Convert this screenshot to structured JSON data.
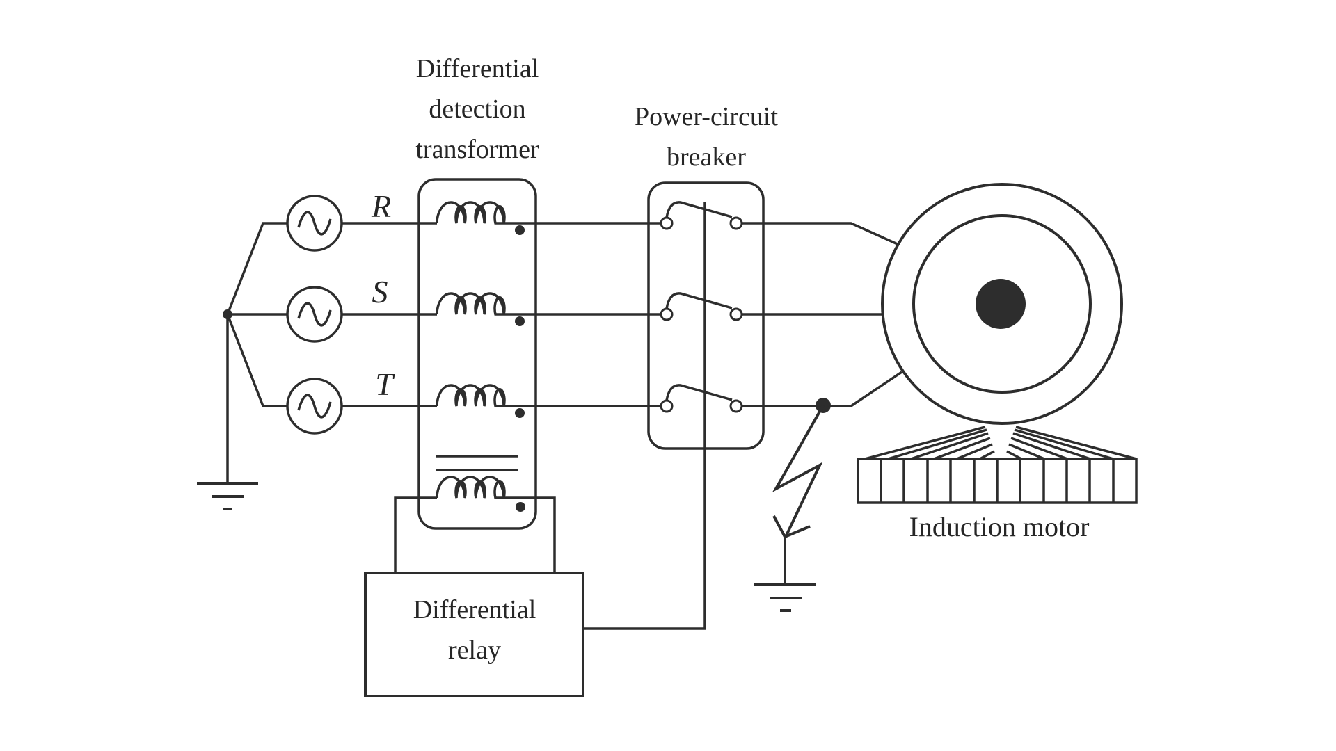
{
  "colors": {
    "line": "#2d2d2d",
    "text": "#262626",
    "background": "#ffffff"
  },
  "labels": {
    "transformer_line1": "Differential",
    "transformer_line2": "detection",
    "transformer_line3": "transformer",
    "breaker_line1": "Power-circuit",
    "breaker_line2": "breaker",
    "relay_line1": "Differential",
    "relay_line2": "relay",
    "motor": "Induction motor",
    "phase_r": "R",
    "phase_s": "S",
    "phase_t": "T"
  }
}
